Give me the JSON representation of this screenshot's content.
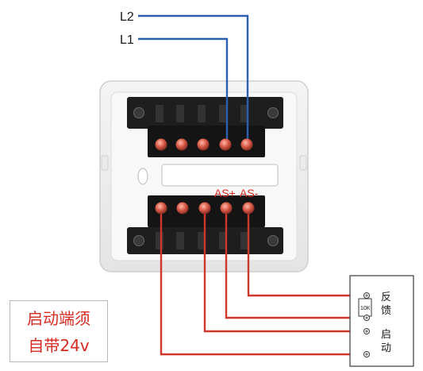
{
  "wires": {
    "l2_label": "L2",
    "l1_label": "L1"
  },
  "module": {
    "as_plus_label": "AS+",
    "as_minus_label": "AS-"
  },
  "device": {
    "feedback_label_1": "反",
    "feedback_label_2": "馈",
    "resistor_label": "10K",
    "start_label_1": "启",
    "start_label_2": "动"
  },
  "note": {
    "line1": "启动端须",
    "line2": "自带24v"
  },
  "colors": {
    "blue_wire": "#2d5fb0",
    "red_wire": "#d0362a",
    "terminal_black": "#1c1c1c",
    "housing": "#f2f2f2",
    "label_red": "#d62a20"
  }
}
